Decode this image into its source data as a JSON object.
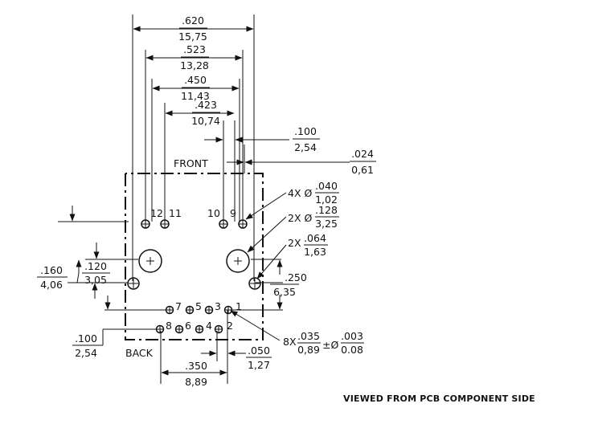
{
  "labels": {
    "front": "FRONT",
    "back": "BACK",
    "caption": "VIEWED FROM PCB COMPONENT SIDE"
  },
  "pins": [
    "1",
    "2",
    "3",
    "4",
    "5",
    "6",
    "7",
    "8",
    "9",
    "10",
    "11",
    "12"
  ],
  "dimensions": {
    "d620": {
      "inch": ".620",
      "mm": "15,75"
    },
    "d523": {
      "inch": ".523",
      "mm": "13,28"
    },
    "d450": {
      "inch": ".450",
      "mm": "11,43"
    },
    "d423": {
      "inch": ".423",
      "mm": "10,74"
    },
    "d100_top": {
      "inch": ".100",
      "mm": "2,54"
    },
    "d024": {
      "inch": ".024",
      "mm": "0,61"
    },
    "hole_040": {
      "prefix": "4X Ø",
      "inch": ".040",
      "mm": "1,02"
    },
    "hole_128": {
      "prefix": "2X Ø",
      "inch": ".128",
      "mm": "3,25"
    },
    "hole_064": {
      "prefix": "2X",
      "inch": ".064",
      "mm": "1,63"
    },
    "d250": {
      "inch": ".250",
      "mm": "6,35"
    },
    "d160": {
      "inch": ".160",
      "mm": "4,06"
    },
    "d120": {
      "inch": ".120",
      "mm": "3,05"
    },
    "d100_left": {
      "inch": ".100",
      "mm": "2,54"
    },
    "hole_035": {
      "prefix": "8X",
      "inch": ".035",
      "mm": "0,89",
      "tol_sym": "±Ø",
      "tol_inch": ".003",
      "tol_mm": "0.08"
    },
    "d050": {
      "inch": ".050",
      "mm": "1,27"
    },
    "d350": {
      "inch": ".350",
      "mm": "8,89"
    }
  }
}
